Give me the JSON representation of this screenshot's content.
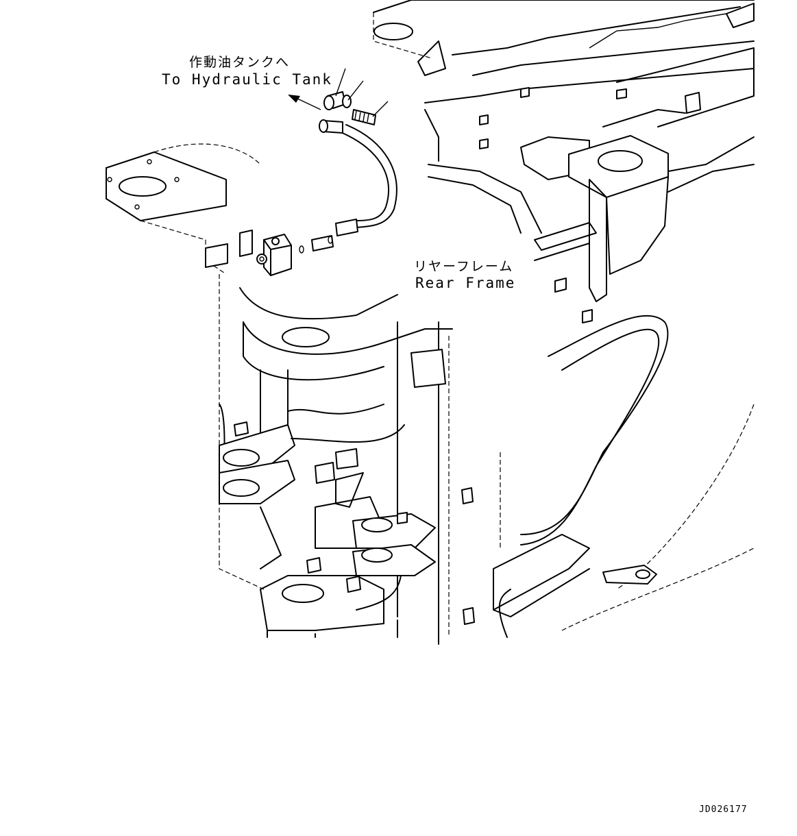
{
  "labels": {
    "tank_jp": "作動油タンクへ",
    "tank_en": "To Hydraulic Tank",
    "frame_jp": "リヤーフレーム",
    "frame_en": "Rear Frame",
    "code": "JD026177"
  },
  "icons": {
    "flow_arrow": "arrow-left-icon"
  }
}
